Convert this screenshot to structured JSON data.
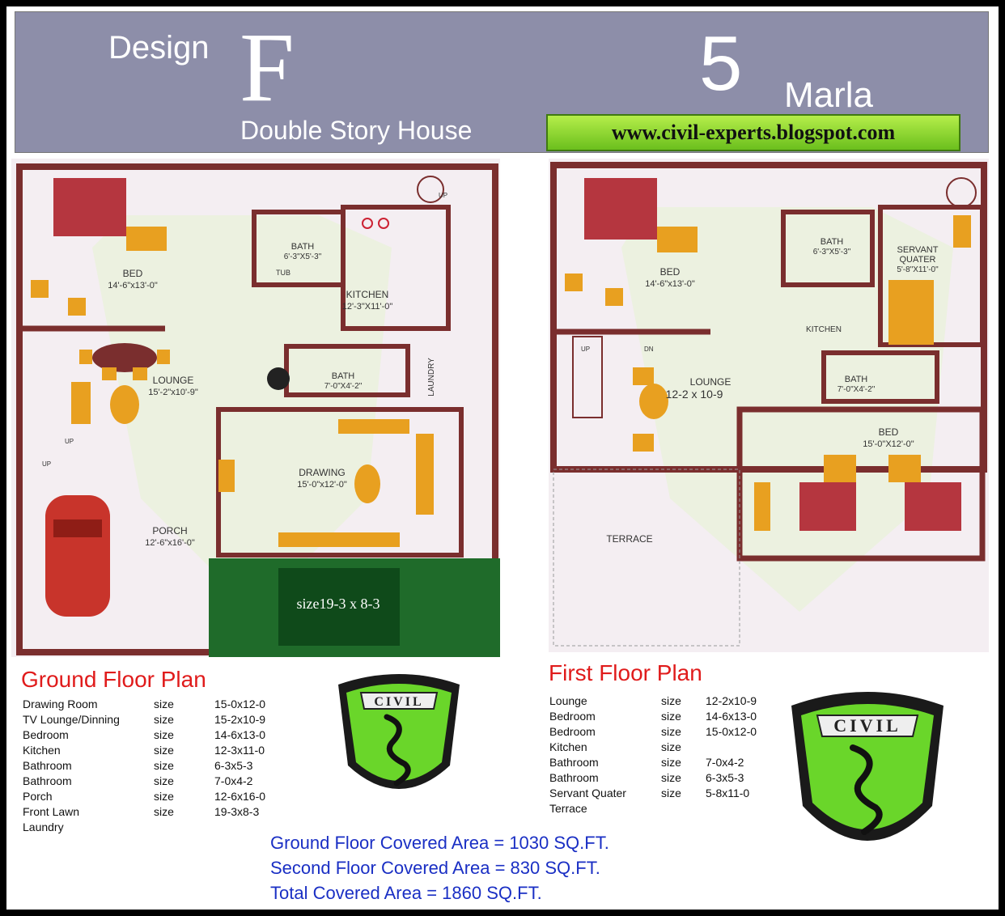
{
  "header": {
    "design_word": "Design",
    "design_letter": "F",
    "subtitle": "Double Story House",
    "size_number": "5",
    "size_unit": "Marla",
    "website": "www.civil-experts.blogspot.com"
  },
  "ground_plan": {
    "rooms": {
      "bed_name": "BED",
      "bed_size": "14'-6\"x13'-0\"",
      "bath1_name": "BATH",
      "bath1_size": "6'-3\"X5'-3\"",
      "tub": "TUB",
      "kitchen_name": "KITCHEN",
      "kitchen_size": "12'-3\"X11'-0\"",
      "lounge_name": "LOUNGE",
      "lounge_size": "15'-2\"x10'-9\"",
      "bath2_name": "BATH",
      "bath2_size": "7'-0\"X4'-2\"",
      "laundry": "LAUNDRY",
      "drawing_name": "DRAWING",
      "drawing_size": "15'-0\"x12'-0\"",
      "porch_name": "PORCH",
      "porch_size": "12'-6\"x16'-0\"",
      "lawn": "size19-3 x 8-3",
      "up1": "UP",
      "up2": "UP",
      "up3": "UP"
    }
  },
  "first_plan": {
    "rooms": {
      "bed1_name": "BED",
      "bed1_size": "14'-6\"x13'-0\"",
      "bath1_name": "BATH",
      "bath1_size": "6'-3\"X5'-3\"",
      "servant_name1": "SERVANT",
      "servant_name2": "QUATER",
      "servant_size": "5'-8\"X11'-0\"",
      "kitchen": "KITCHEN",
      "lounge_name": "LOUNGE",
      "lounge_size": "12-2 x 10-9",
      "bath2_name": "BATH",
      "bath2_size": "7'-0\"X4'-2\"",
      "bed2_name": "BED",
      "bed2_size": "15'-0\"X12'-0\"",
      "terrace": "TERRACE",
      "up": "UP",
      "dn": "DN"
    }
  },
  "ground_floor": {
    "title": "Ground Floor Plan",
    "rows": [
      {
        "room": "Drawing Room",
        "label": "size",
        "size": "15-0x12-0"
      },
      {
        "room": "TV Lounge/Dinning",
        "label": "size",
        "size": "15-2x10-9"
      },
      {
        "room": "Bedroom",
        "label": "size",
        "size": "14-6x13-0"
      },
      {
        "room": "Kitchen",
        "label": "size",
        "size": "12-3x11-0"
      },
      {
        "room": "Bathroom",
        "label": "size",
        "size": "6-3x5-3"
      },
      {
        "room": "Bathroom",
        "label": "size",
        "size": "7-0x4-2"
      },
      {
        "room": "Porch",
        "label": "size",
        "size": "12-6x16-0"
      },
      {
        "room": "Front Lawn",
        "label": "size",
        "size": "19-3x8-3"
      },
      {
        "room": "Laundry",
        "label": "",
        "size": ""
      }
    ]
  },
  "first_floor": {
    "title": "First Floor Plan",
    "rows": [
      {
        "room": "Lounge",
        "label": "size",
        "size": "12-2x10-9"
      },
      {
        "room": "Bedroom",
        "label": "size",
        "size": "14-6x13-0"
      },
      {
        "room": "Bedroom",
        "label": "size",
        "size": "15-0x12-0"
      },
      {
        "room": "Kitchen",
        "label": "size",
        "size": ""
      },
      {
        "room": "Bathroom",
        "label": "size",
        "size": "7-0x4-2"
      },
      {
        "room": "Bathroom",
        "label": "size",
        "size": "6-3x5-3"
      },
      {
        "room": "Servant Quater",
        "label": "size",
        "size": "5-8x11-0"
      },
      {
        "room": "Terrace",
        "label": "",
        "size": ""
      }
    ]
  },
  "totals": {
    "ground": "Ground Floor Covered Area = 1030 SQ.FT.",
    "second": "Second Floor Covered Area = 830 SQ.FT.",
    "total": "Total Covered Area = 1860 SQ.FT."
  },
  "logo": {
    "text": "CIVIL"
  },
  "colors": {
    "banner": "#8d8ea9",
    "wall": "#7a2e2e",
    "furniture": "#e8a020",
    "bed": "#b5363f",
    "lawn": "#1f6b2a",
    "title_red": "#e01b1b",
    "totals_blue": "#1a2fc4",
    "shield_green": "#6ad62a"
  }
}
